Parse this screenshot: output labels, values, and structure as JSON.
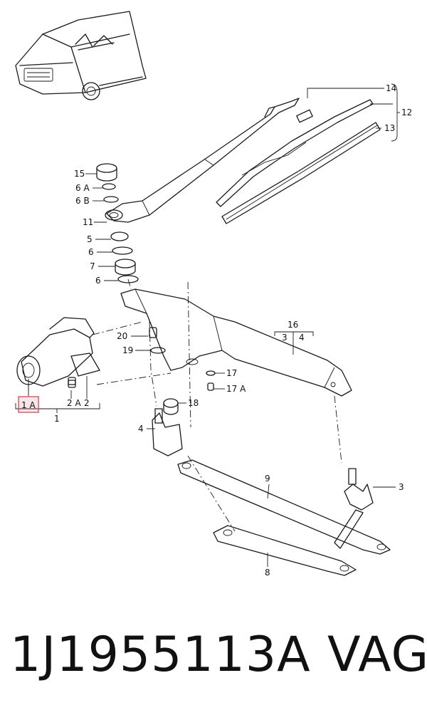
{
  "callouts": {
    "c1": "1",
    "c1A": "1 A",
    "c2": "2",
    "c2A": "2 A",
    "c3": "3",
    "c4": "4",
    "c5": "5",
    "c6a": "6",
    "c6b": "6",
    "c6A": "6 A",
    "c6B": "6 B",
    "c7": "7",
    "c8": "8",
    "c9": "9",
    "c11": "11",
    "c12": "12",
    "c13": "13",
    "c14": "14",
    "c15": "15",
    "c16": "16",
    "c16_3": "3",
    "c16_4": "4",
    "c17": "17",
    "c17A": "17 A",
    "c18": "18",
    "c19": "19",
    "c20": "20"
  },
  "highlight_color": "#e05a6a",
  "footer": {
    "part_number": "1J1955113A",
    "brand": "VAG"
  }
}
